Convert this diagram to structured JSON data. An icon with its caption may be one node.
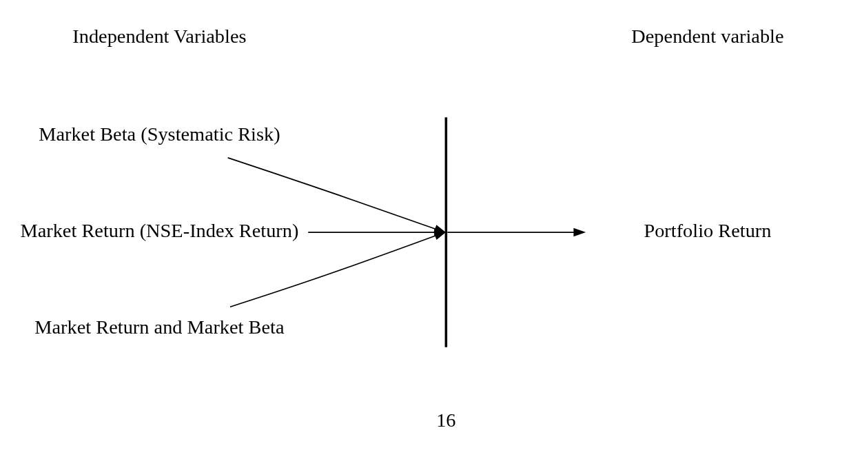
{
  "diagram": {
    "nodes": [
      {
        "text": [
          "Market Beta (Systematic Risk)"
        ]
      },
      {
        "text": [
          "Market Return (NSE-Index Return)"
        ]
      },
      {
        "text": [
          "Market Return and Market Beta"
        ]
      },
      {
        "text": [],
        "shape": "bar"
      },
      {
        "text": [
          "Portfolio Return"
        ]
      }
    ],
    "edges": [
      {
        "from": 0,
        "to": 3,
        "arrow": "to"
      },
      {
        "from": 1,
        "to": 3,
        "arrow": "to"
      },
      {
        "from": 2,
        "to": 3,
        "arrow": "to"
      },
      {
        "from": 3,
        "to": 4,
        "arrow": "to"
      }
    ],
    "labels": [
      "Independent Variables",
      "Dependent variable",
      "16"
    ]
  }
}
